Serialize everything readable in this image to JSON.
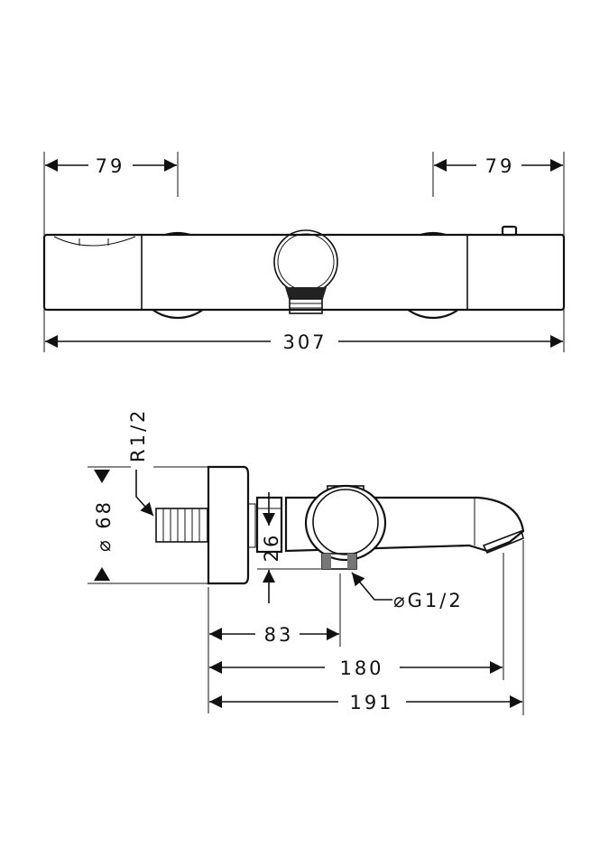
{
  "front_view": {
    "dim_left_offset": "79",
    "dim_right_offset": "79",
    "dim_total_width": "307"
  },
  "side_view": {
    "label_inlet_thread": "R1/2",
    "label_diameter": "⌀ 68",
    "label_outlet_height": "26",
    "label_outlet_thread": "⌀G1/2",
    "dim_outlet_distance": "83",
    "dim_spout_projection": "180",
    "dim_total_depth": "191"
  },
  "colors": {
    "line": "#111111",
    "background": "#ffffff"
  }
}
